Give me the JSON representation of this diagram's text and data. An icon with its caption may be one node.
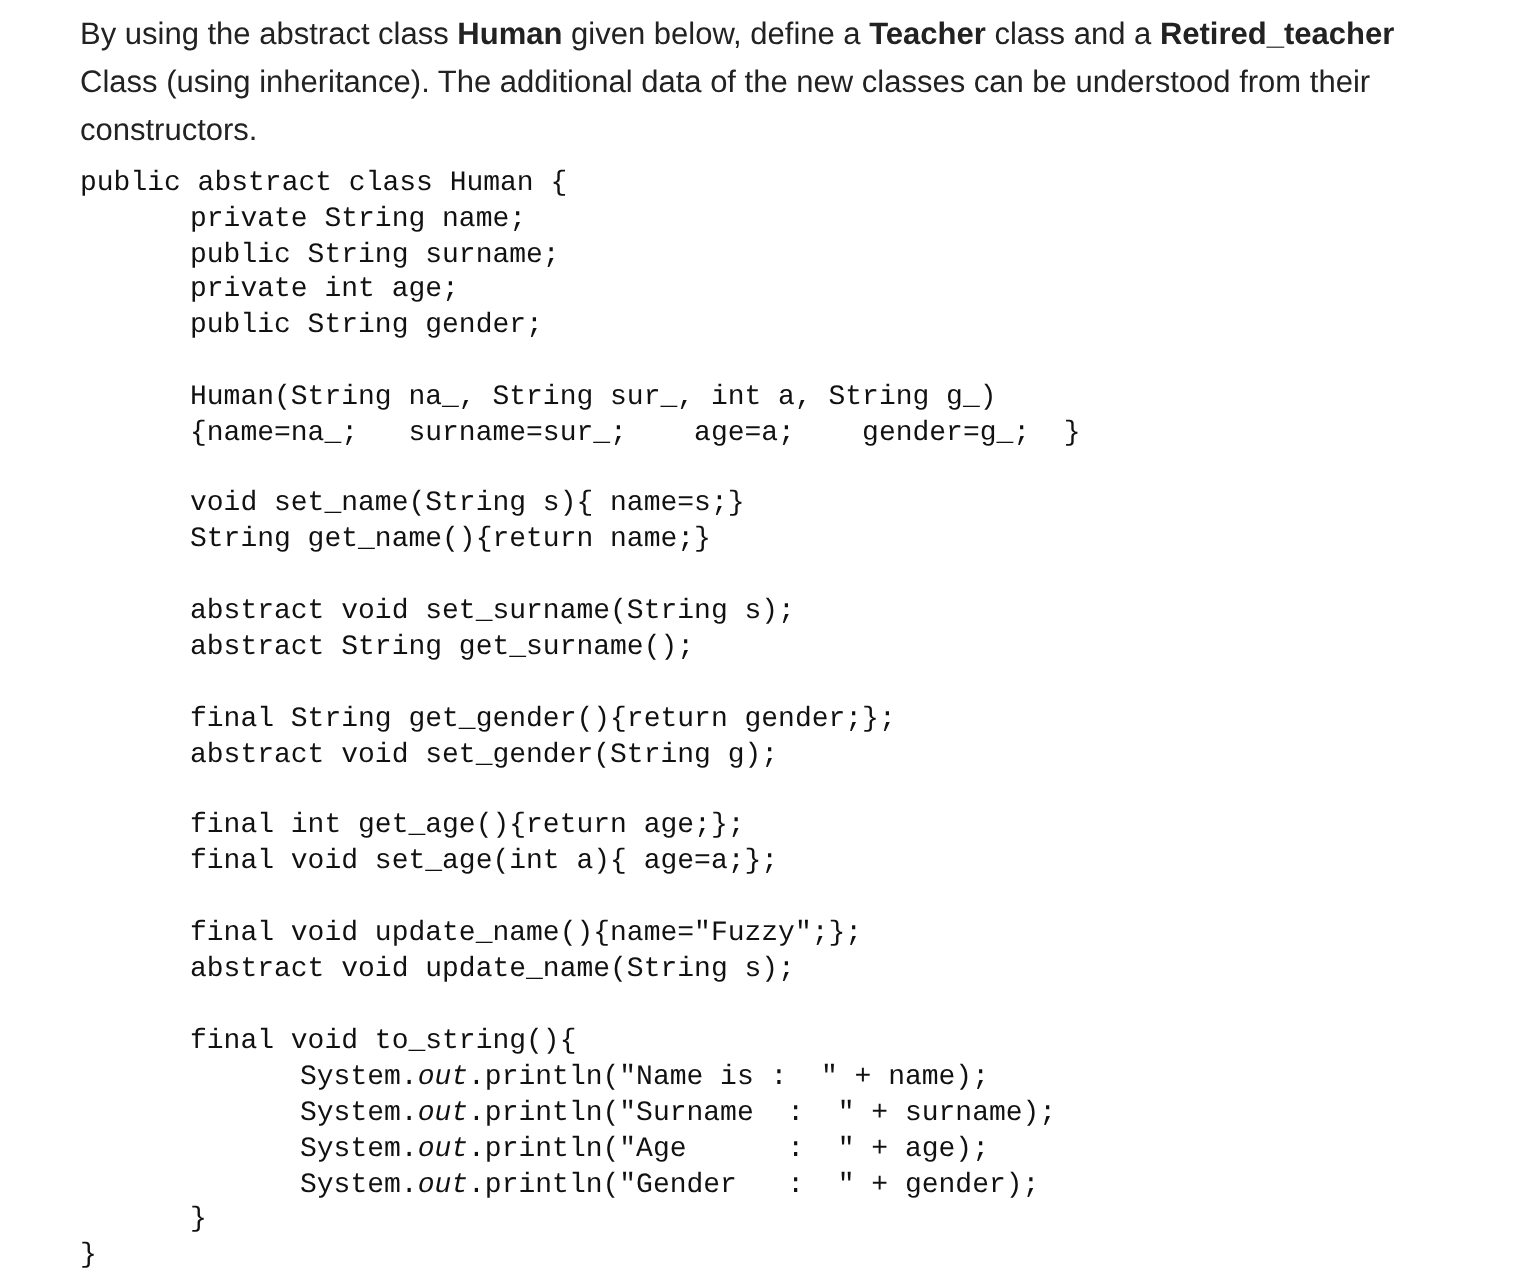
{
  "diagram": {
    "title": "By using the abstract class **Human** given below, define a **Teacher** class and a **Retired_teacher** Class (using inheritance). The additional data of the new classes can be understood from their constructors.",
    "labels": [
      "public abstract class Human {",
      "private String name;",
      "public String surname;",
      "private int age;",
      "public String gender;",
      "Human(String na_, String sur_, int a, String g_)",
      "{name=na_;   surname=sur_;    age=a;    gender=g_;  }",
      "void set_name(String s){ name=s;}",
      "String get_name(){return name;}",
      "abstract void set_surname(String s);",
      "abstract String get_surname();",
      "final String get_gender(){return gender;};",
      "abstract void set_gender(String g);",
      "final int get_age(){return age;};",
      "final void set_age(int a){ age=a;};",
      "final void update_name(){name=\"Fuzzy\";};",
      "abstract void update_name(String s);",
      "final void to_string(){",
      "System.*out*.println(\"Name is :  \" + name);",
      "System.*out*.println(\"Surname  :  \" + surname);",
      "System.*out*.println(\"Age      :  \" + age);",
      "System.*out*.println(\"Gender   :  \" + gender);",
      "}",
      "}"
    ]
  }
}
